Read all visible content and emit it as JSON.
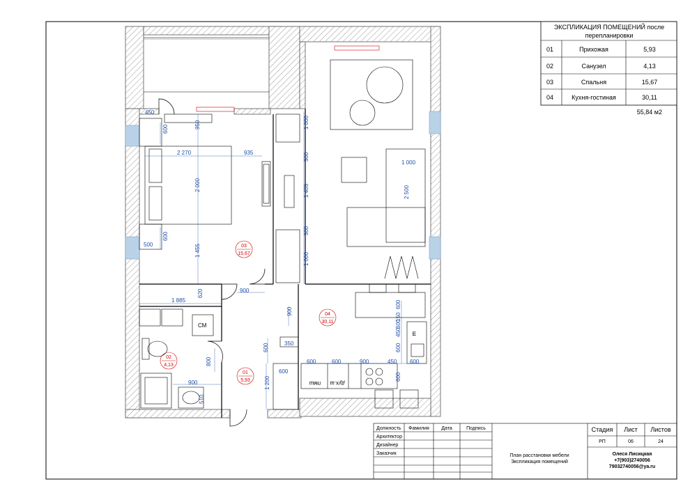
{
  "explication": {
    "title_line1": "ЭКСПЛИКАЦИЯ ПОМЕЩЕНИЙ после",
    "title_line2": "перепланировки",
    "rows": [
      {
        "num": "01",
        "name": "Прихожая",
        "area": "5,93"
      },
      {
        "num": "02",
        "name": "Санузел",
        "area": "4,13"
      },
      {
        "num": "03",
        "name": "Спальня",
        "area": "15,67"
      },
      {
        "num": "04",
        "name": "Кухня-гостиная",
        "area": "30,11"
      }
    ],
    "total": "55,84 м2"
  },
  "rooms": [
    {
      "num": "03",
      "area": "15,67"
    },
    {
      "num": "04",
      "area": "30,11"
    },
    {
      "num": "02",
      "area": "4,13"
    },
    {
      "num": "01",
      "area": "5,93"
    }
  ],
  "dimensions": [
    "450",
    "600",
    "950",
    "2 270",
    "935",
    "2 000",
    "500",
    "600",
    "1 455",
    "620",
    "1 885",
    "900",
    "1 000",
    "500",
    "1 405",
    "500",
    "1 000",
    "1 000",
    "2 500",
    "900",
    "600",
    "350",
    "600",
    "800",
    "900",
    "510",
    "1 200",
    "600",
    "600",
    "600",
    "900",
    "450",
    "600",
    "150",
    "450",
    "600",
    "600",
    "600"
  ],
  "fixtures": {
    "washer": "СМ",
    "fridge": "ш",
    "oven": "дух.ш",
    "dishwasher": "пмш"
  },
  "stamp": {
    "headers": [
      "Должность",
      "Фамилия",
      "Дата",
      "Подпись"
    ],
    "roles": [
      "Архитектор",
      "Дизайнер",
      "Заказчик"
    ],
    "stage_label": "Стадия",
    "sheet_label": "Лист",
    "sheets_label": "Листов",
    "stage": "РП",
    "sheet": "06",
    "sheets": "24",
    "doc_line1": "План расстановки мебели",
    "doc_line2": "Экспликация помещений",
    "author": "Олеся Лисицкая",
    "phone": "+7(903)2740056",
    "email": "79032740056@ya.ru"
  },
  "colors": {
    "dimension": "#1f4fa8",
    "room_marker": "#d00000",
    "wall_hatch": "#9a9a9a",
    "window": "#b9d2e8"
  }
}
